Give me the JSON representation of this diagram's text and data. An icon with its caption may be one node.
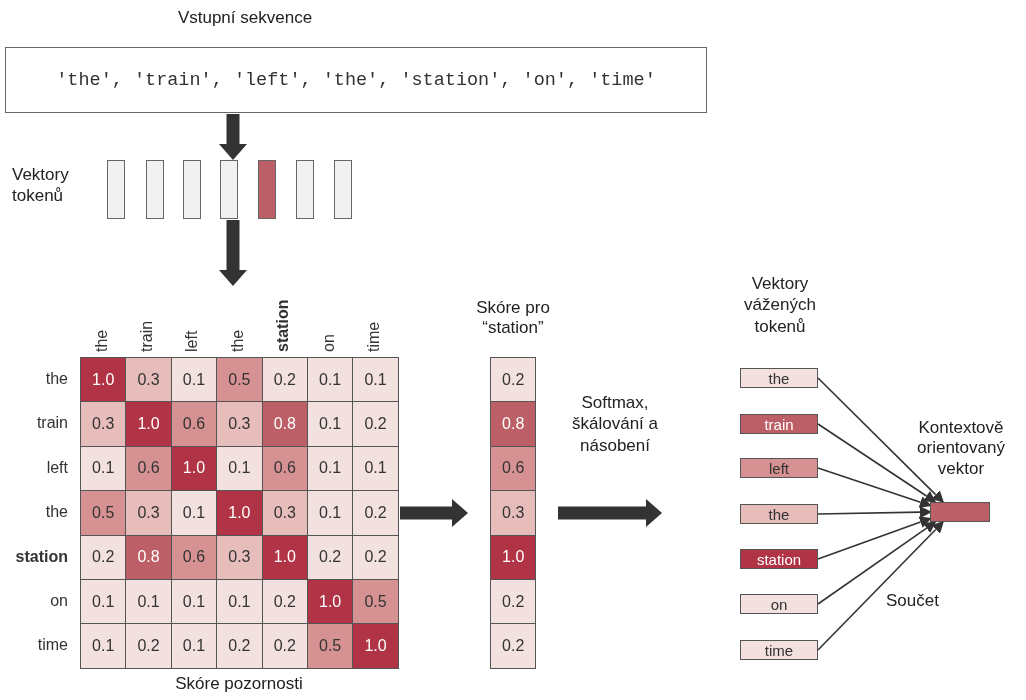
{
  "diagram": {
    "nodes": [
      {
        "text": [
          "Vstupní sekvence",
          "'the', 'train', 'left', 'the', 'station', 'on', 'time'"
        ]
      },
      {
        "text": [],
        "shape": "bar"
      },
      {
        "text": [],
        "shape": "bar"
      },
      {
        "text": [],
        "shape": "bar"
      },
      {
        "text": [],
        "shape": "bar"
      },
      {
        "text": [],
        "shape": "bar"
      },
      {
        "text": [],
        "shape": "bar"
      },
      {
        "text": [],
        "shape": "bar"
      },
      {
        "text": [
          "Skóre pozornosti"
        ],
        "beside": [
          "the",
          "train",
          "left",
          "the",
          "station",
          "on",
          "time",
          "the",
          "train",
          "left",
          "the",
          "station",
          "on",
          "time"
        ]
      },
      {
        "text": [
          "Skóre pro “station”"
        ]
      },
      {
        "text": [
          "the"
        ]
      },
      {
        "text": [
          "train"
        ]
      },
      {
        "text": [
          "left"
        ]
      },
      {
        "text": [
          "the"
        ]
      },
      {
        "text": [
          "station"
        ]
      },
      {
        "text": [
          "on"
        ]
      },
      {
        "text": [
          "time"
        ]
      },
      {
        "text": [
          "Kontextově orientovaný vektor"
        ]
      }
    ],
    "edges": [
      {
        "from": 0,
        "to": 4,
        "arrow": "to",
        "style": "thick"
      },
      {
        "from": 4,
        "to": 8,
        "arrow": "to",
        "style": "thick"
      },
      {
        "from": 8,
        "to": 9,
        "arrow": "to",
        "style": "thick"
      },
      {
        "from": 9,
        "to": null,
        "arrow": "to",
        "style": "thick"
      },
      {
        "from": 10,
        "to": 17,
        "arrow": "to"
      },
      {
        "from": 11,
        "to": 17,
        "arrow": "to"
      },
      {
        "from": 12,
        "to": 17,
        "arrow": "to"
      },
      {
        "from": 13,
        "to": 17,
        "arrow": "to"
      },
      {
        "from": 14,
        "to": 17,
        "arrow": "to"
      },
      {
        "from": 15,
        "to": 17,
        "arrow": "to"
      },
      {
        "from": 16,
        "to": 17,
        "arrow": "to"
      }
    ],
    "labels": [
      "Vektory tokenů",
      "Vektory vážených tokenů",
      "1.0",
      "0.3",
      "0.1",
      "0.5",
      "0.2",
      "0.1",
      "0.1",
      "0.3",
      "1.0",
      "0.6",
      "0.3",
      "0.8",
      "0.1",
      "0.2",
      "0.1",
      "0.6",
      "1.0",
      "0.1",
      "0.6",
      "0.1",
      "0.1",
      "0.5",
      "0.3",
      "0.1",
      "1.0",
      "0.3",
      "0.1",
      "0.2",
      "0.2",
      "0.8",
      "0.6",
      "0.3",
      "1.0",
      "0.2",
      "0.2",
      "0.1",
      "0.1",
      "0.1",
      "0.1",
      "0.2",
      "1.0",
      "0.5",
      "0.1",
      "0.2",
      "0.1",
      "0.2",
      "0.2",
      "0.5",
      "1.0",
      "0.2",
      "0.8",
      "0.6",
      "0.3",
      "1.0",
      "0.2",
      "0.2",
      "Softmax, škálování a násobení",
      "Součet"
    ]
  }
}
